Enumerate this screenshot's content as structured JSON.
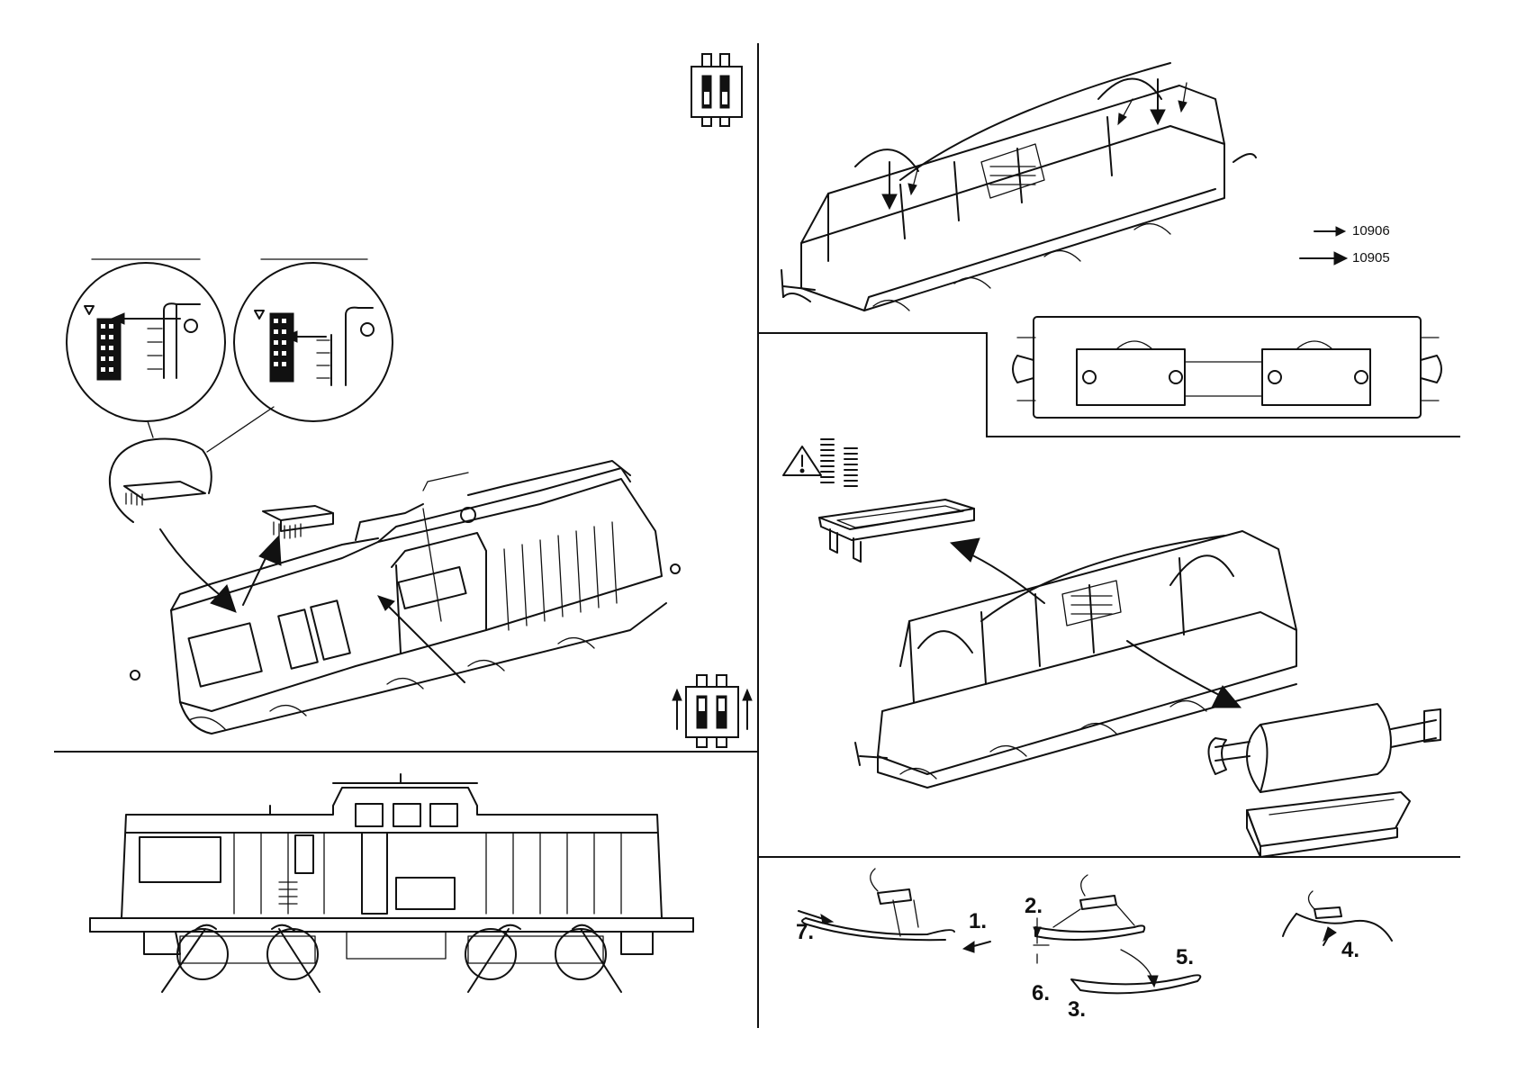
{
  "parts": {
    "small_arrow_part": "10906",
    "large_arrow_part": "10905"
  },
  "steps": {
    "s1": "1.",
    "s2": "2.",
    "s3": "3.",
    "s4": "4.",
    "s5": "5.",
    "s6": "6.",
    "s7": "7."
  },
  "icons": {
    "warning": "warning-triangle-icon",
    "dip_switch": "dip-switch-icon"
  }
}
